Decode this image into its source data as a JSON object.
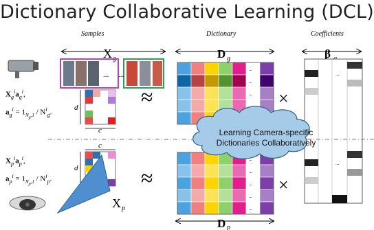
{
  "title": "Dictionary Collaborative Learning (DCL)",
  "headers": {
    "samples": "Samples",
    "dictionary": "Dictionary",
    "coefficients": "Coefficients"
  },
  "symbols": {
    "Xg": "X",
    "Xg_sub": "g",
    "Dg": "D",
    "Dg_sub": "g",
    "beta": "β",
    "beta_sub": "g",
    "Xp": "X",
    "Xp_sub": "p",
    "Dp": "D",
    "Dp_sub": "p",
    "d": "d",
    "c": "c",
    "approx": "≈",
    "times": "×"
  },
  "gallery_eq": {
    "line1": "X",
    "line1_rest": "a",
    "line1_tail": ",",
    "line2": "a",
    "line2_rest": "= 1",
    "line2_frac": "/ N",
    "line2_tail": "."
  },
  "probe_eq": {
    "line1": "X",
    "line1_rest": "a",
    "line1_tail": ",",
    "line2": "a",
    "line2_rest": "= 1",
    "line2_frac": "/ N",
    "line2_tail": "."
  },
  "cloud_text": {
    "line1": "Learning Camera-specific",
    "line2": "Dictionaries Collaboratively"
  },
  "ellipsis": "...",
  "colors": {
    "dict_palette": [
      "#4aa3e0",
      "#f08080",
      "#ffd400",
      "#8ed16b",
      "#e01e8c",
      "#ffffff",
      "#7a3fa8"
    ],
    "cloud_fill": "#a6cbe8",
    "cloud_stroke": "#2f5f8a",
    "divider": "#777777",
    "camera_arrow": "#4f8fd0"
  }
}
